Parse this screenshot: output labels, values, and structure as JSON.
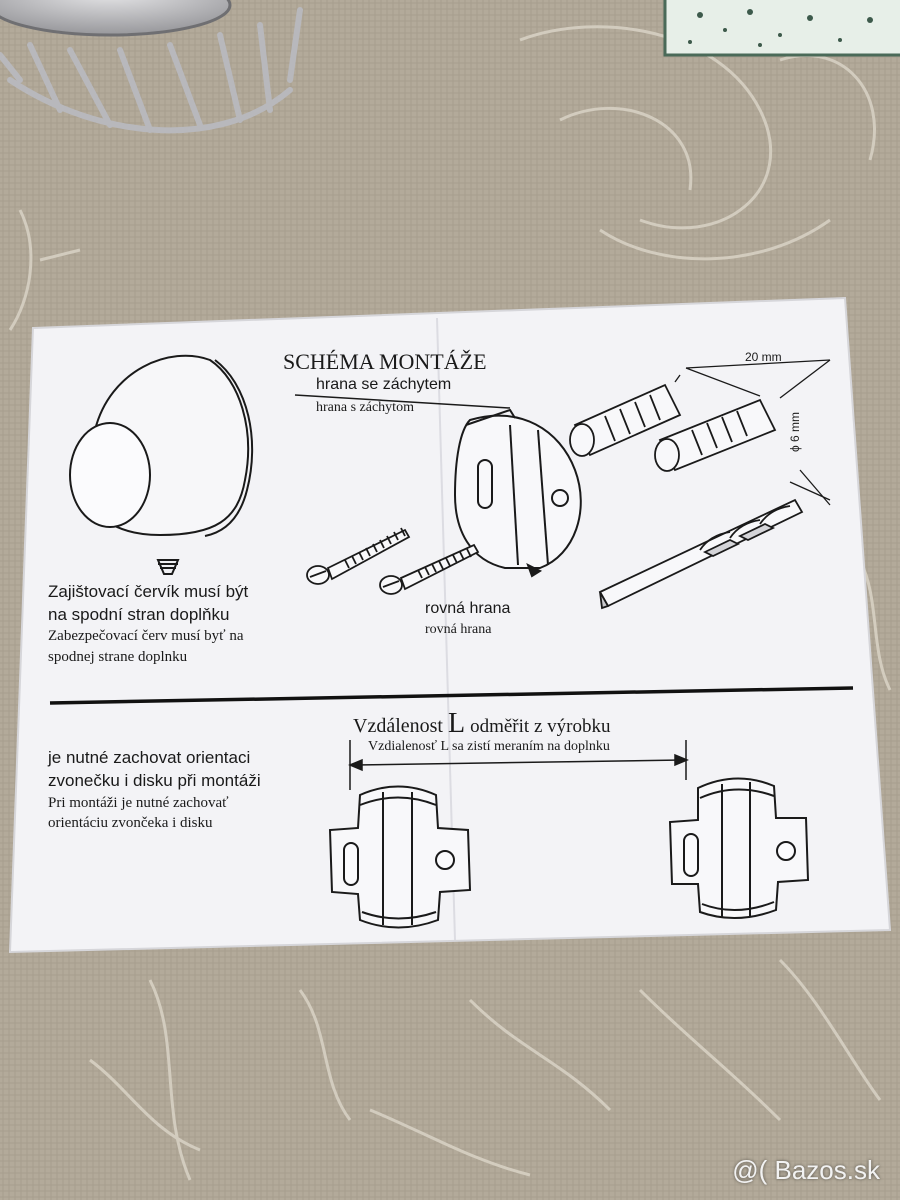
{
  "colors": {
    "tablecloth": "#b3aa9a",
    "tablecloth_pattern": "#d9d3c6",
    "paper": "#f3f3f6",
    "ink": "#1a1a1a",
    "chrome": "#9a9a9c"
  },
  "sheet": {
    "title": "SCHÉMA MONTÁŽE",
    "edge_cz": "hrana se záchytem",
    "edge_sk": "hrana s záchytom",
    "dim_length": "20 mm",
    "dim_diameter": "ϕ 6 mm",
    "note1_cz_line1": "Zajištovací červík musí být",
    "note1_cz_line2": "na spodní stran doplňku",
    "note1_sk_line1": "Zabezpečovací červ musí byť na",
    "note1_sk_line2": "spodnej strane doplnku",
    "flat_cz": "rovná hrana",
    "flat_sk": "rovná hrana",
    "distance_cz_prefix": "Vzdálenost",
    "distance_letter": "L",
    "distance_cz_suffix": "odměřit z výrobku",
    "distance_sk": "Vzdialenosť L sa zistí meraním na doplnku",
    "note2_cz_line1": "je nutné zachovat orientaci",
    "note2_cz_line2": "zvonečku i disku při montáži",
    "note2_sk_line1": "Pri montáži je nutné zachovať",
    "note2_sk_line2": "orientáciu zvončeka i disku"
  },
  "watermark": "@( Bazos.sk"
}
